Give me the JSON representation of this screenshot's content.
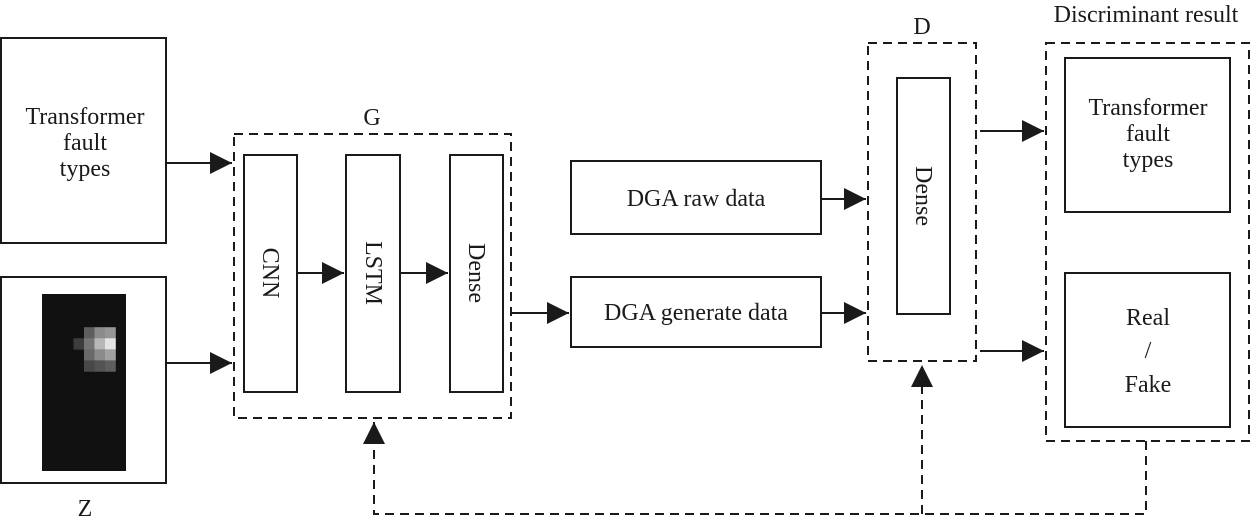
{
  "inputs": {
    "fault_types_label": [
      "Transformer",
      "fault",
      "types"
    ],
    "noise_label": "Z"
  },
  "generator": {
    "label": "G",
    "layers": [
      "CNN",
      "LSTM",
      "Dense"
    ]
  },
  "data": {
    "raw_label": "DGA raw data",
    "generated_label": "DGA generate data"
  },
  "discriminator": {
    "label": "D",
    "layer": "Dense"
  },
  "result": {
    "title": "Discriminant result",
    "fault_types_label": [
      "Transformer",
      "fault",
      "types"
    ],
    "real_fake_label": [
      "Real",
      "/",
      "Fake"
    ]
  },
  "noise_image": {
    "grid_cols": 8,
    "grid_rows": 16,
    "bright_cells": [
      {
        "col": 4,
        "row": 3,
        "value": 0.35
      },
      {
        "col": 5,
        "row": 3,
        "value": 0.55
      },
      {
        "col": 6,
        "row": 3,
        "value": 0.6
      },
      {
        "col": 3,
        "row": 4,
        "value": 0.2
      },
      {
        "col": 4,
        "row": 4,
        "value": 0.45
      },
      {
        "col": 5,
        "row": 4,
        "value": 0.75
      },
      {
        "col": 6,
        "row": 4,
        "value": 0.95
      },
      {
        "col": 4,
        "row": 5,
        "value": 0.4
      },
      {
        "col": 5,
        "row": 5,
        "value": 0.55
      },
      {
        "col": 6,
        "row": 5,
        "value": 0.65
      },
      {
        "col": 4,
        "row": 6,
        "value": 0.25
      },
      {
        "col": 5,
        "row": 6,
        "value": 0.3
      },
      {
        "col": 6,
        "row": 6,
        "value": 0.35
      }
    ]
  },
  "colors": {
    "stroke": "#1a1a1a",
    "background": "#ffffff",
    "noise_dark": "#111111"
  }
}
